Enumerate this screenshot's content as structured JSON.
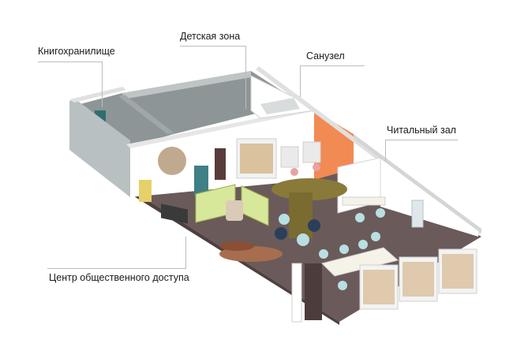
{
  "diagram": {
    "labels": {
      "book_storage": "Книгохранилище",
      "kids_zone": "Детская зона",
      "bathroom": "Санузел",
      "reading_room": "Читальный зал",
      "public_access_center": "Центр общественного доступа"
    },
    "colors": {
      "floor": "#6b5a5a",
      "floor_dark": "#5c4c4c",
      "wall_top": "#e8e8e8",
      "wall_face": "#ffffff",
      "wall_shadow": "#9aa1a3",
      "storage_floor": "#8e9597",
      "accent_wall": "#f28a54",
      "shelf_wood": "#c89a5a",
      "chair_teal": "#b8dfe2",
      "tree": "#8a7a3a",
      "leader_line": "#bdbdbd"
    }
  }
}
